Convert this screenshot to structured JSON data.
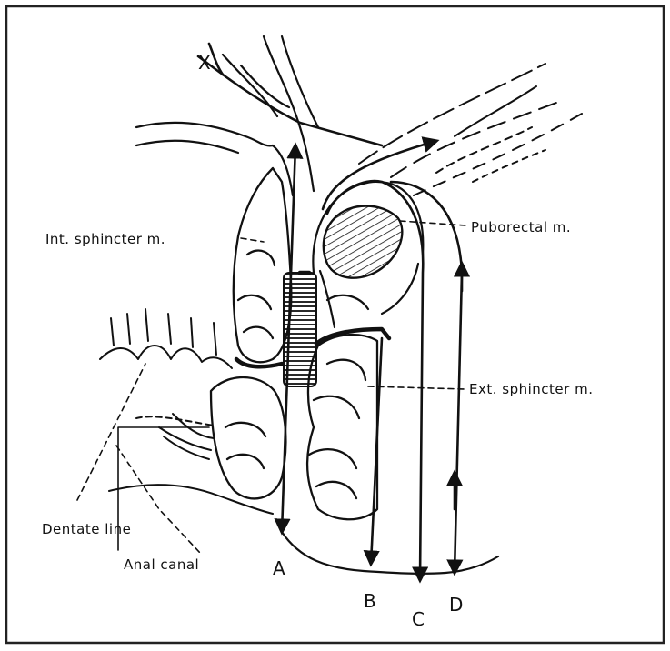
{
  "labels": {
    "int_sphincter": "Int. sphincter m.",
    "puborectal": "Puborectal m.",
    "ext_sphincter": "Ext. sphincter m.",
    "dentate_line": "Dentate line",
    "anal_canal": "Anal canal",
    "path_a": "A",
    "path_b": "B",
    "path_c": "C",
    "path_d": "D",
    "mark_x": "X"
  }
}
